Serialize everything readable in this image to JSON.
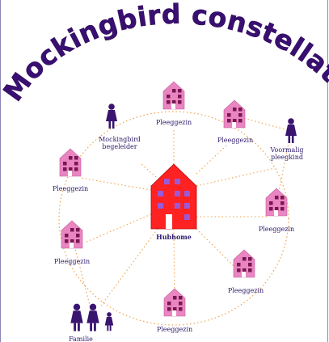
{
  "title": "Mockingbird constellatie",
  "hub": {
    "label": "Hubhome"
  },
  "nodes": [
    {
      "id": "pg-top",
      "kind": "house",
      "label_lines": [
        "Pleeggezin"
      ]
    },
    {
      "id": "pg-topright",
      "kind": "house",
      "label_lines": [
        "Pleeggezin"
      ]
    },
    {
      "id": "begeleider",
      "kind": "person",
      "label_lines": [
        "Mockingbird",
        "begeleider"
      ]
    },
    {
      "id": "voormalig",
      "kind": "person",
      "label_lines": [
        "Voormalig",
        "pleegkind"
      ]
    },
    {
      "id": "pg-left",
      "kind": "house",
      "label_lines": [
        "Pleeggezin"
      ]
    },
    {
      "id": "pg-right",
      "kind": "house",
      "label_lines": [
        "Pleeggezin"
      ]
    },
    {
      "id": "pg-midleft",
      "kind": "house",
      "label_lines": [
        "Pleeggezin"
      ]
    },
    {
      "id": "pg-lowright",
      "kind": "house",
      "label_lines": [
        "Pleeggezin"
      ]
    },
    {
      "id": "pg-bottom",
      "kind": "house",
      "label_lines": [
        "Pleeggezin"
      ]
    },
    {
      "id": "familie",
      "kind": "family",
      "label_lines": [
        "Familie"
      ]
    }
  ],
  "colors": {
    "house_pink": "#e986c2",
    "window_dark": "#7a1750",
    "hub_red": "#ff2222",
    "hub_window": "#9a5ad8",
    "person": "#3a1570",
    "line": "#f0a24a",
    "text": "#2e1a6a"
  }
}
